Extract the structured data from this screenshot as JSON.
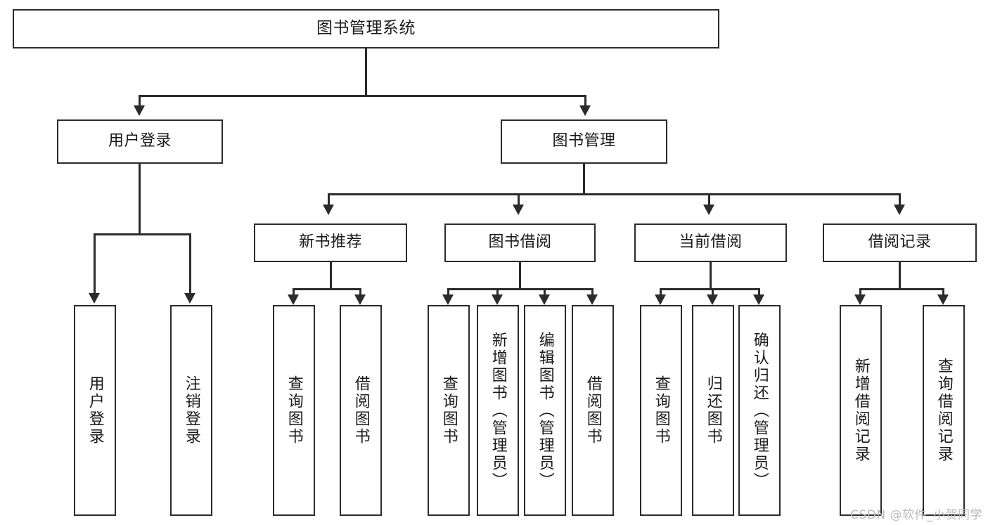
{
  "diagram": {
    "type": "tree",
    "title": "图书管理系统",
    "root": {
      "label": "图书管理系统"
    },
    "level2": [
      {
        "label": "用户登录"
      },
      {
        "label": "图书管理"
      }
    ],
    "level3": [
      {
        "label": "新书推荐"
      },
      {
        "label": "图书借阅"
      },
      {
        "label": "当前借阅"
      },
      {
        "label": "借阅记录"
      }
    ],
    "leaves": {
      "user_login": [
        {
          "label": "用户登录"
        },
        {
          "label": "注销登录"
        }
      ],
      "new_book_rec": [
        {
          "label": "查询图书"
        },
        {
          "label": "借阅图书"
        }
      ],
      "book_borrow": [
        {
          "label": "查询图书"
        },
        {
          "label": "新增图书（管理员）"
        },
        {
          "label": "编辑图书（管理员）"
        },
        {
          "label": "借阅图书"
        }
      ],
      "current_borrow": [
        {
          "label": "查询图书"
        },
        {
          "label": "归还图书"
        },
        {
          "label": "确认归还（管理员）"
        }
      ],
      "borrow_record": [
        {
          "label": "新增借阅记录"
        },
        {
          "label": "查询借阅记录"
        }
      ]
    }
  },
  "watermark": {
    "text": "CSDN @软件_小贺同学"
  },
  "colors": {
    "stroke": "#2b2b2b",
    "fill": "#ffffff",
    "text": "#1a1a1a",
    "watermark": "#b9b9b9"
  }
}
